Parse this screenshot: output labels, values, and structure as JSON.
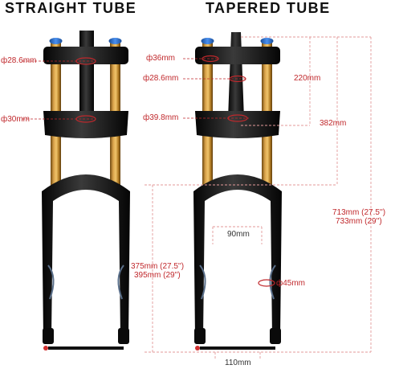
{
  "headings": {
    "straight": "STRAIGHT TUBE",
    "tapered": "TAPERED TUBE"
  },
  "straight_tube": {
    "steerer_top_diameter": "ф28.6mm",
    "steerer_bottom_diameter": "ф30mm"
  },
  "tapered_tube": {
    "steerer_top_diameter": "ф36mm",
    "steerer_mid_diameter": "ф28.6mm",
    "steerer_bottom_diameter": "ф39.8mm",
    "steerer_length": "220mm",
    "crown_height": "382mm",
    "total_length_line1": "713mm (27.5'')",
    "total_length_line2": "733mm (29'')",
    "arch_width": "90mm",
    "lower_length_line1": "375mm (27.5'')",
    "lower_length_line2": "395mm (29'')",
    "axle_diameter": "ф45mm",
    "axle_width": "110mm"
  },
  "colors": {
    "stanchion_gold": "#b8822a",
    "lower_black": "#111111",
    "cap_blue": "#2a6fd0",
    "label_red": "#c0282c"
  }
}
